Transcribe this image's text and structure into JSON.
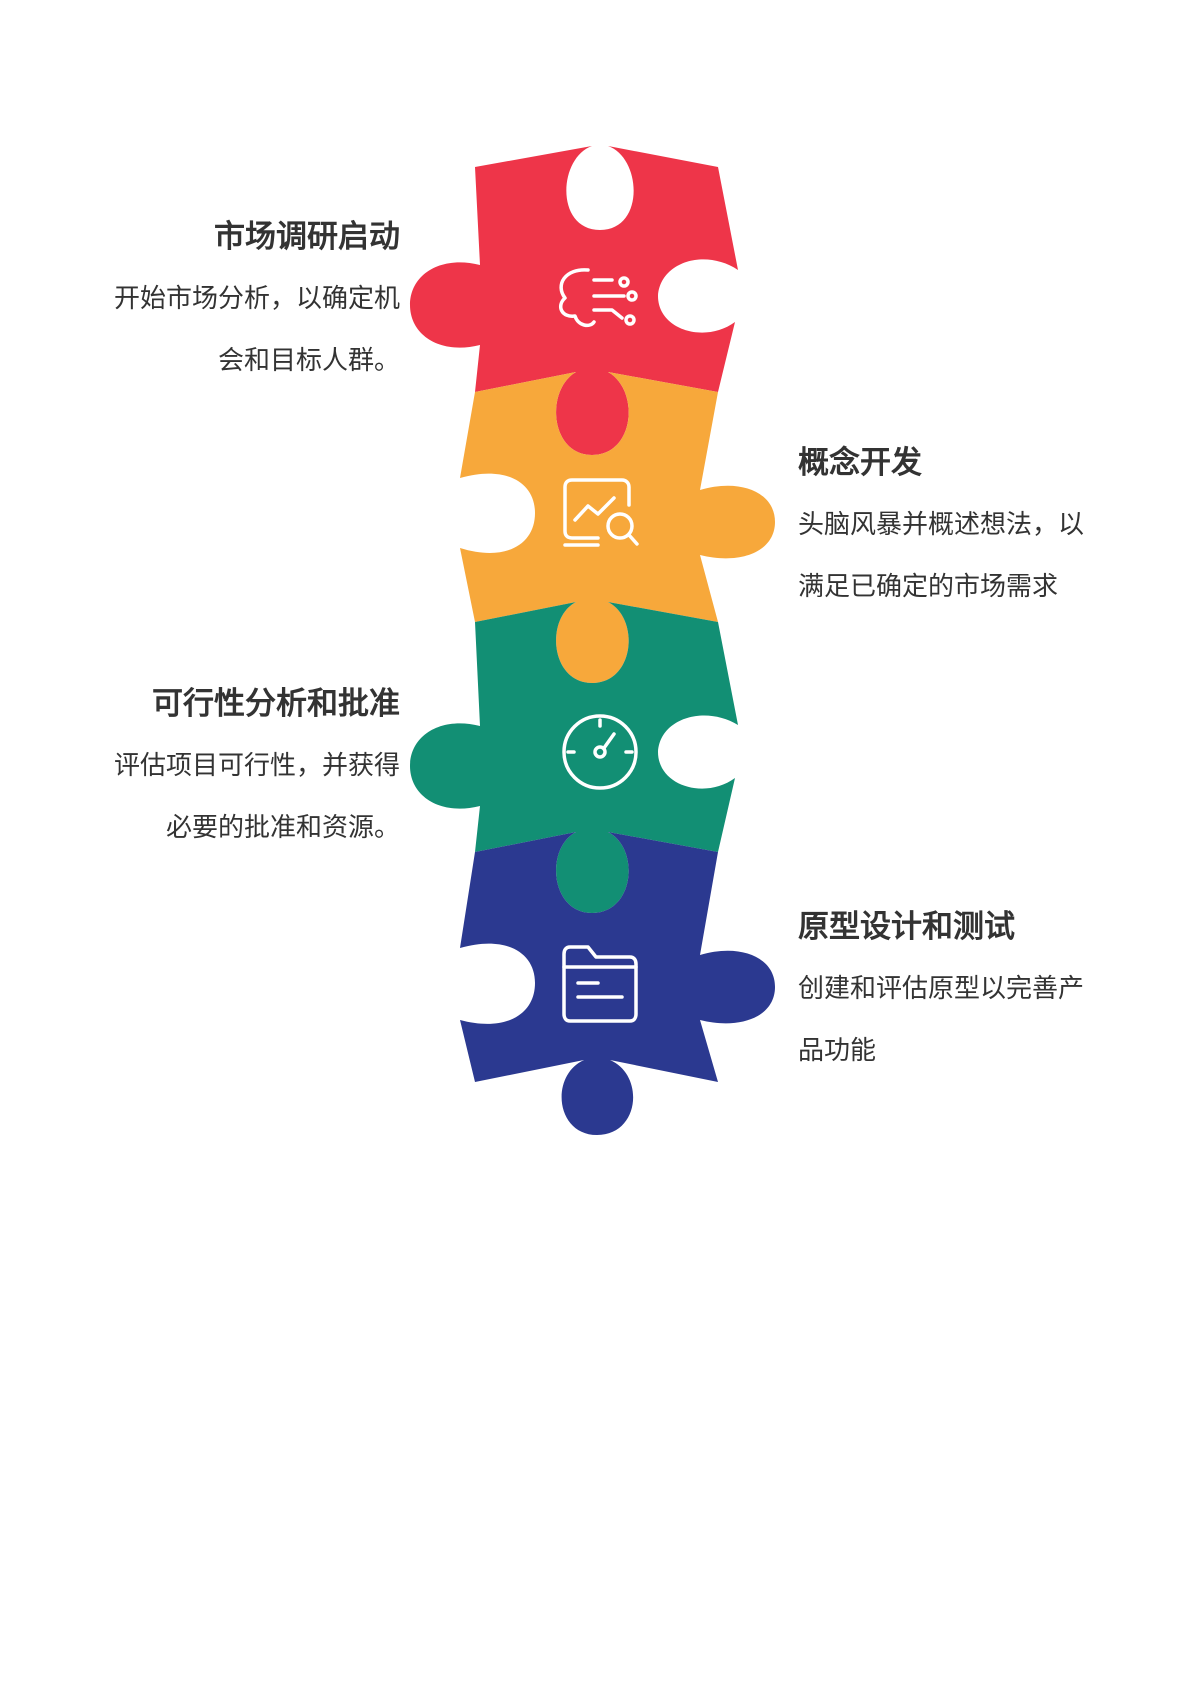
{
  "steps": [
    {
      "title": "市场调研启动",
      "desc_line1": "开始市场分析，以确定机",
      "desc_line2": "会和目标人群。",
      "color": "#ee3549",
      "icon": "brain-circuit-icon",
      "side": "left"
    },
    {
      "title": "概念开发",
      "desc_line1": "头脑风暴并概述想法，以",
      "desc_line2": "满足已确定的市场需求",
      "color": "#f7a83b",
      "icon": "chart-search-icon",
      "side": "right"
    },
    {
      "title": "可行性分析和批准",
      "desc_line1": "评估项目可行性，并获得",
      "desc_line2": "必要的批准和资源。",
      "color": "#128f74",
      "icon": "gauge-icon",
      "side": "left"
    },
    {
      "title": "原型设计和测试",
      "desc_line1": "创建和评估原型以完善产",
      "desc_line2": "品功能",
      "color": "#2b3990",
      "icon": "folder-icon",
      "side": "right"
    }
  ]
}
